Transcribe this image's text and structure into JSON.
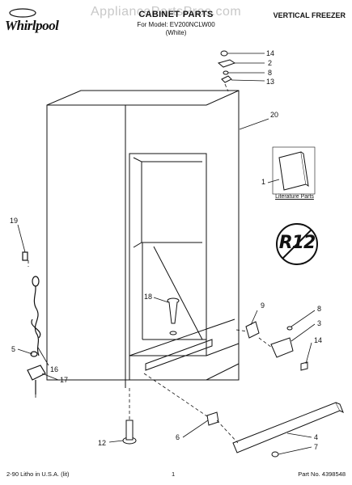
{
  "header": {
    "brand": "Whirlpool",
    "watermark": "AppliancePartsPros.com",
    "title": "CABINET PARTS",
    "model": "For Model: EV200NCLW00",
    "variant": "(White)",
    "category": "VERTICAL FREEZER"
  },
  "callouts": [
    {
      "num": "14"
    },
    {
      "num": "2"
    },
    {
      "num": "8"
    },
    {
      "num": "13"
    },
    {
      "num": "20"
    },
    {
      "num": "1"
    },
    {
      "num": "19"
    },
    {
      "num": "18"
    },
    {
      "num": "9"
    },
    {
      "num": "8"
    },
    {
      "num": "3"
    },
    {
      "num": "14"
    },
    {
      "num": "5"
    },
    {
      "num": "16"
    },
    {
      "num": "17"
    },
    {
      "num": "6"
    },
    {
      "num": "4"
    },
    {
      "num": "7"
    },
    {
      "num": "12"
    }
  ],
  "literature_label": "Literature Parts",
  "badge_text": "R12",
  "footer": {
    "left": "2-90 Litho in U.S.A. (lit)",
    "center": "1",
    "right": "Part No. 4398548"
  }
}
